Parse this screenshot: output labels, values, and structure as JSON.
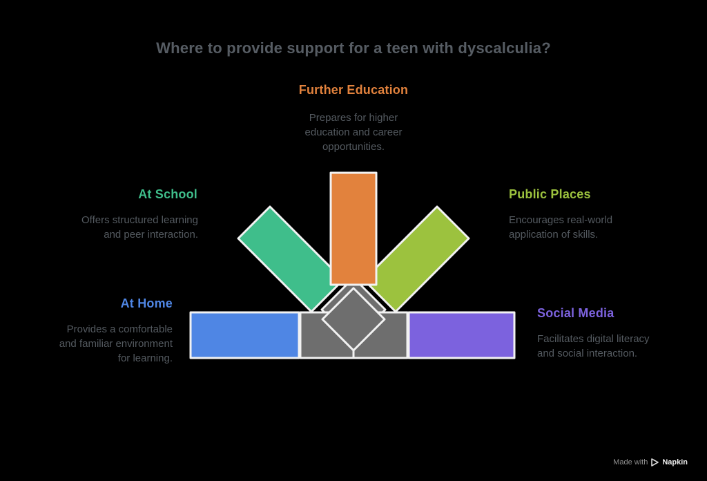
{
  "title": "Where to provide support for a teen with dyscalculia?",
  "colors": {
    "background": "#000000",
    "title_text": "#565c63",
    "body_text": "#545a60",
    "arrow_gray": "#6e6e6e",
    "outline": "#f2f2f2"
  },
  "items": [
    {
      "id": "further-education",
      "label": "Further Education",
      "description": "Prepares for higher\neducation and career\nopportunities.",
      "color": "#e2823d"
    },
    {
      "id": "at-school",
      "label": "At School",
      "description": "Offers structured learning\nand peer interaction.",
      "color": "#3fbe8b"
    },
    {
      "id": "public-places",
      "label": "Public Places",
      "description": "Encourages real-world\napplication of skills.",
      "color": "#9cc23e"
    },
    {
      "id": "at-home",
      "label": "At Home",
      "description": "Provides a comfortable\nand familiar environment\nfor learning.",
      "color": "#4f86e4"
    },
    {
      "id": "social-media",
      "label": "Social Media",
      "description": "Facilitates digital literacy\nand social interaction.",
      "color": "#7c62de"
    }
  ],
  "watermark": {
    "prefix": "Made with",
    "brand": "Napkin"
  }
}
